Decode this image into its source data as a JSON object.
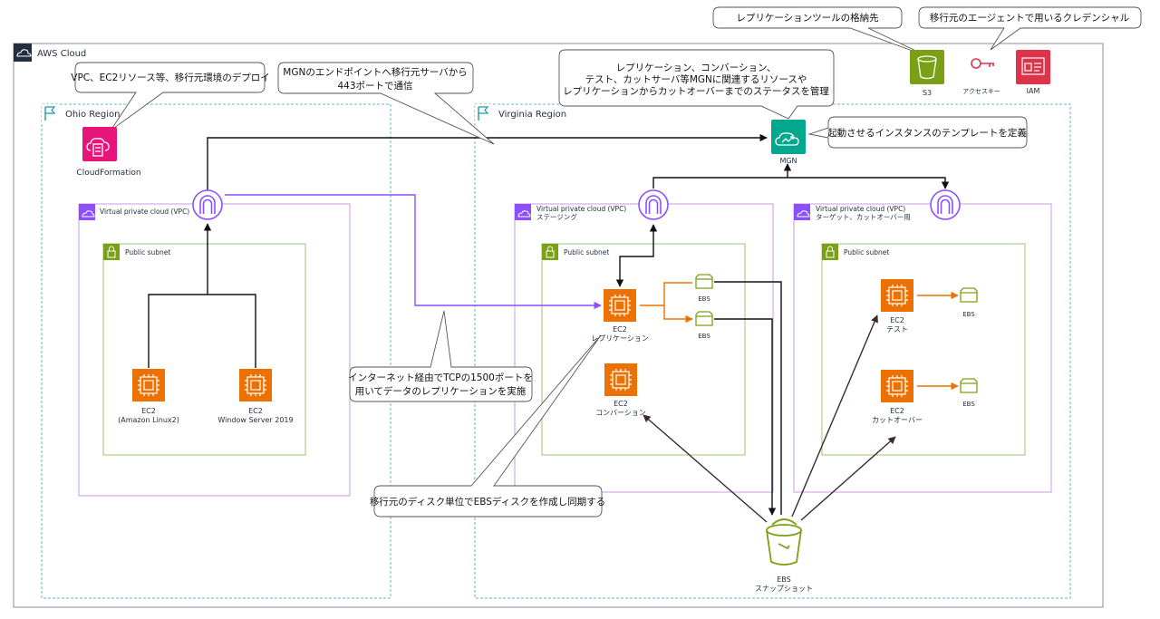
{
  "cloud": {
    "label": "AWS Cloud"
  },
  "regions": {
    "ohio": {
      "label": "Ohio Region"
    },
    "virginia": {
      "label": "Virginia Region"
    }
  },
  "vpcs": {
    "source": {
      "label": "Virtual private cloud (VPC)"
    },
    "staging": {
      "label": "Virtual private cloud (VPC)",
      "sublabel": "ステージング"
    },
    "target": {
      "label": "Virtual private cloud (VPC)",
      "sublabel": "ターゲット、カットオーバー用"
    }
  },
  "subnets": {
    "label": "Public subnet"
  },
  "services": {
    "cloudformation": "CloudFormation",
    "mgn": "MGN",
    "s3": "S3",
    "access_key": "アクセスキー",
    "iam": "IAM"
  },
  "instances": {
    "src1": [
      "EC2",
      "(Amazon Linux2)"
    ],
    "src2": [
      "EC2",
      "Window Server 2019"
    ],
    "replication": [
      "EC2",
      "レプリケーション"
    ],
    "conversion": [
      "EC2",
      "コンバーション"
    ],
    "test": [
      "EC2",
      "テスト"
    ],
    "cutover": [
      "EC2",
      "カットオーバー"
    ]
  },
  "volumes": {
    "label": "EBS"
  },
  "snapshot": [
    "EBS",
    "スナップショット"
  ],
  "callouts": {
    "s3": [
      "レプリケーションツールの格納先"
    ],
    "credentials": [
      "移行元のエージェントで用いるクレデンシャル"
    ],
    "cloudformation": [
      "VPC、EC2リソース等、移行元環境のデプロイ"
    ],
    "endpoint": [
      "MGNのエンドポイントへ移行元サーバから",
      "443ポートで通信"
    ],
    "mgn": [
      "レプリケーション、コンバーション、",
      "テスト、カットサーバ等MGNに関連するリソースや",
      "レプリケーションからカットオーバーまでのステータスを管理"
    ],
    "template": [
      "起動させるインスタンスのテンプレートを定義"
    ],
    "replication": [
      "インターネット経由でTCPの1500ポートを",
      "用いてデータのレプリケーションを実施"
    ],
    "disk": [
      "移行元のディスク単位でEBSディスクを作成し同期する"
    ]
  },
  "colors": {
    "region": "#5fb9c1",
    "vpc": "#c99be0",
    "subnet": "#9ec76b",
    "compute": "#ed7100",
    "storage": "#7aa116",
    "management": "#e7157b",
    "security": "#dd344c",
    "migration": "#01a88d",
    "igw": "#8c4fff",
    "replication_line": "#8c4fff",
    "line": "#111111"
  }
}
